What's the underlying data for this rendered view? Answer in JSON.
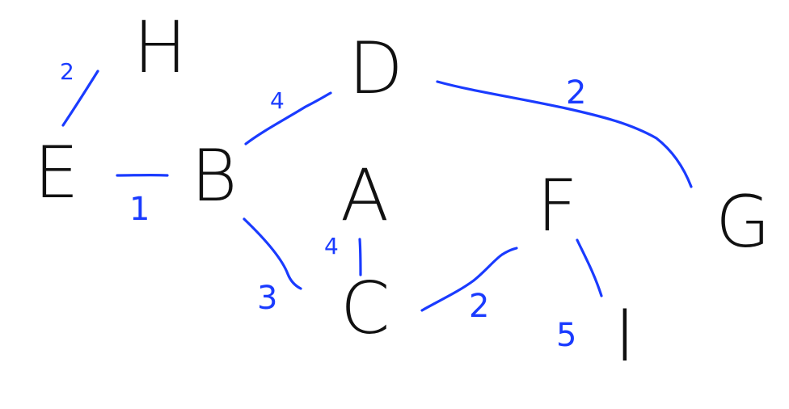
{
  "graph": {
    "nodes": {
      "H": "H",
      "D": "D",
      "E": "E",
      "B": "B",
      "A": "A",
      "F": "F",
      "G": "G",
      "C": "C",
      "I": "I"
    },
    "edges": [
      {
        "from": "E",
        "to": "H",
        "weight": "2"
      },
      {
        "from": "E",
        "to": "B",
        "weight": "1"
      },
      {
        "from": "B",
        "to": "D",
        "weight": "4"
      },
      {
        "from": "D",
        "to": "G",
        "weight": "2"
      },
      {
        "from": "B",
        "to": "C",
        "weight": "3"
      },
      {
        "from": "A",
        "to": "C",
        "weight": "4"
      },
      {
        "from": "C",
        "to": "F",
        "weight": "2"
      },
      {
        "from": "F",
        "to": "I",
        "weight": "5"
      }
    ],
    "colors": {
      "edge": "#1a3bff",
      "node": "#111111",
      "background": "#ffffff"
    }
  }
}
